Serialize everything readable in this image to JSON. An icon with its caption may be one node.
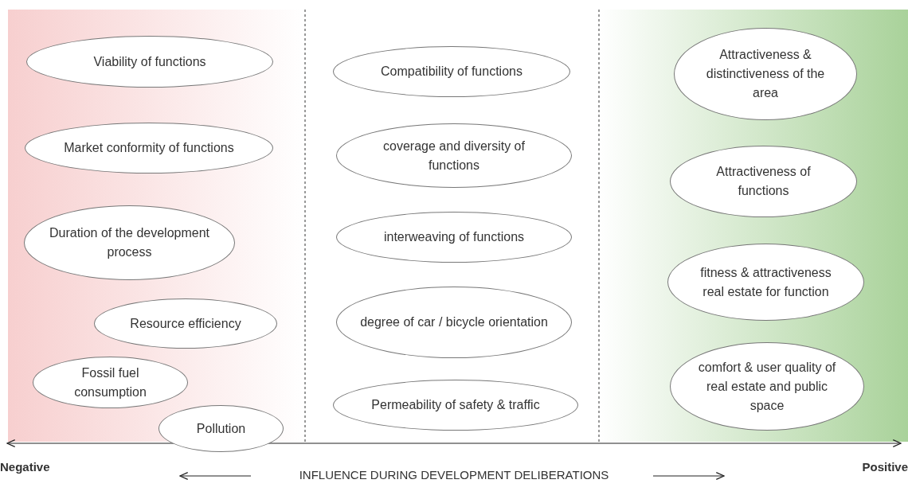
{
  "diagram": {
    "nodes": [
      {
        "text": [
          "Viability of functions"
        ]
      },
      {
        "text": [
          "Market conformity of functions"
        ]
      },
      {
        "text": [
          "Duration of the development process"
        ]
      },
      {
        "text": [
          "Resource efficiency"
        ]
      },
      {
        "text": [
          "Fossil fuel consumption"
        ]
      },
      {
        "text": [
          "Pollution"
        ]
      },
      {
        "text": [
          "Compatibility of functions"
        ]
      },
      {
        "text": [
          "coverage and diversity of functions"
        ]
      },
      {
        "text": [
          "interweaving of functions"
        ]
      },
      {
        "text": [
          "degree of car / bicycle orientation"
        ]
      },
      {
        "text": [
          "Permeability of safety & traffic"
        ]
      },
      {
        "text": [
          "Attractiveness & distinctiveness of the area"
        ]
      },
      {
        "text": [
          "Attractiveness of functions"
        ]
      },
      {
        "text": [
          "fitness & attractiveness real estate for function"
        ]
      },
      {
        "text": [
          "comfort & user quality of real estate and public space"
        ]
      }
    ],
    "labels": [
      "Negative",
      "INFLUENCE DURING DEVELOPMENT DELIBERATIONS",
      "Positive"
    ]
  }
}
